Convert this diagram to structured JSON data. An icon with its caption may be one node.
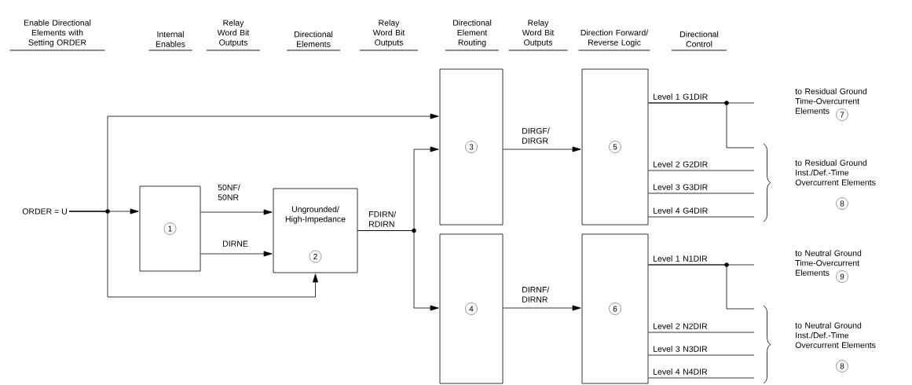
{
  "diagram": {
    "nodes": [
      {
        "text": [
          "ORDER = U"
        ]
      },
      {
        "text": [
          "1"
        ]
      },
      {
        "text": [
          "Ungrounded/ High-Impedance",
          "2"
        ]
      },
      {
        "text": [
          "3"
        ]
      },
      {
        "text": [
          "4"
        ]
      },
      {
        "text": [
          "5"
        ]
      },
      {
        "text": [
          "6"
        ]
      }
    ],
    "edges": [
      {
        "from": 0,
        "to": 1,
        "arrow": "to"
      },
      {
        "from": 0,
        "to": 3,
        "arrow": "to"
      },
      {
        "from": 0,
        "to": 2,
        "arrow": "to"
      },
      {
        "from": 1,
        "to": 2,
        "arrow": "to",
        "label": "50NF/ 50NR"
      },
      {
        "from": 1,
        "to": 2,
        "arrow": "to",
        "label": "DIRNE"
      },
      {
        "from": 2,
        "to": 3,
        "arrow": "to",
        "label": "FDIRN/ RDIRN"
      },
      {
        "from": 2,
        "to": 4,
        "arrow": "to"
      },
      {
        "from": 3,
        "to": 5,
        "arrow": "to",
        "label": "DIRGF/ DIRGR"
      },
      {
        "from": 4,
        "to": 6,
        "arrow": "to",
        "label": "DIRNF/ DIRNR"
      },
      {
        "from": 5,
        "to": null,
        "arrow": "none",
        "label": "Level 1 G1DIR"
      },
      {
        "from": 5,
        "to": null,
        "arrow": "none"
      },
      {
        "from": 5,
        "to": null,
        "arrow": "none",
        "label": "Level 2 G2DIR"
      },
      {
        "from": 5,
        "to": null,
        "arrow": "none",
        "label": "Level 3 G3DIR"
      },
      {
        "from": 5,
        "to": null,
        "arrow": "none",
        "label": "Level 4 G4DIR"
      },
      {
        "from": 6,
        "to": null,
        "arrow": "none",
        "label": "Level 1 N1DIR"
      },
      {
        "from": 6,
        "to": null,
        "arrow": "none"
      },
      {
        "from": 6,
        "to": null,
        "arrow": "none",
        "label": "Level 2 N2DIR"
      },
      {
        "from": 6,
        "to": null,
        "arrow": "none",
        "label": "Level 3 N3DIR"
      },
      {
        "from": 6,
        "to": null,
        "arrow": "none",
        "label": "Level 4 N4DIR"
      }
    ],
    "labels": [
      "Enable Directional Elements with Setting ORDER",
      "Internal Enables",
      "Relay Word Bit Outputs",
      "Directional Elements",
      "Relay Word Bit Outputs",
      "Directional Element Routing",
      "Relay Word Bit Outputs",
      "Direction Forward/ Reverse Logic",
      "Directional Control",
      "to Residual Ground Time-Overcurrent Elements",
      "7",
      "to Residual Ground Inst./Def.-Time Overcurrent Elements",
      "8",
      "to Neutral Ground Time-Overcurrent Elements",
      "9",
      "to Neutral Ground Inst./Def.-Time Overcurrent Elements",
      "8"
    ]
  }
}
